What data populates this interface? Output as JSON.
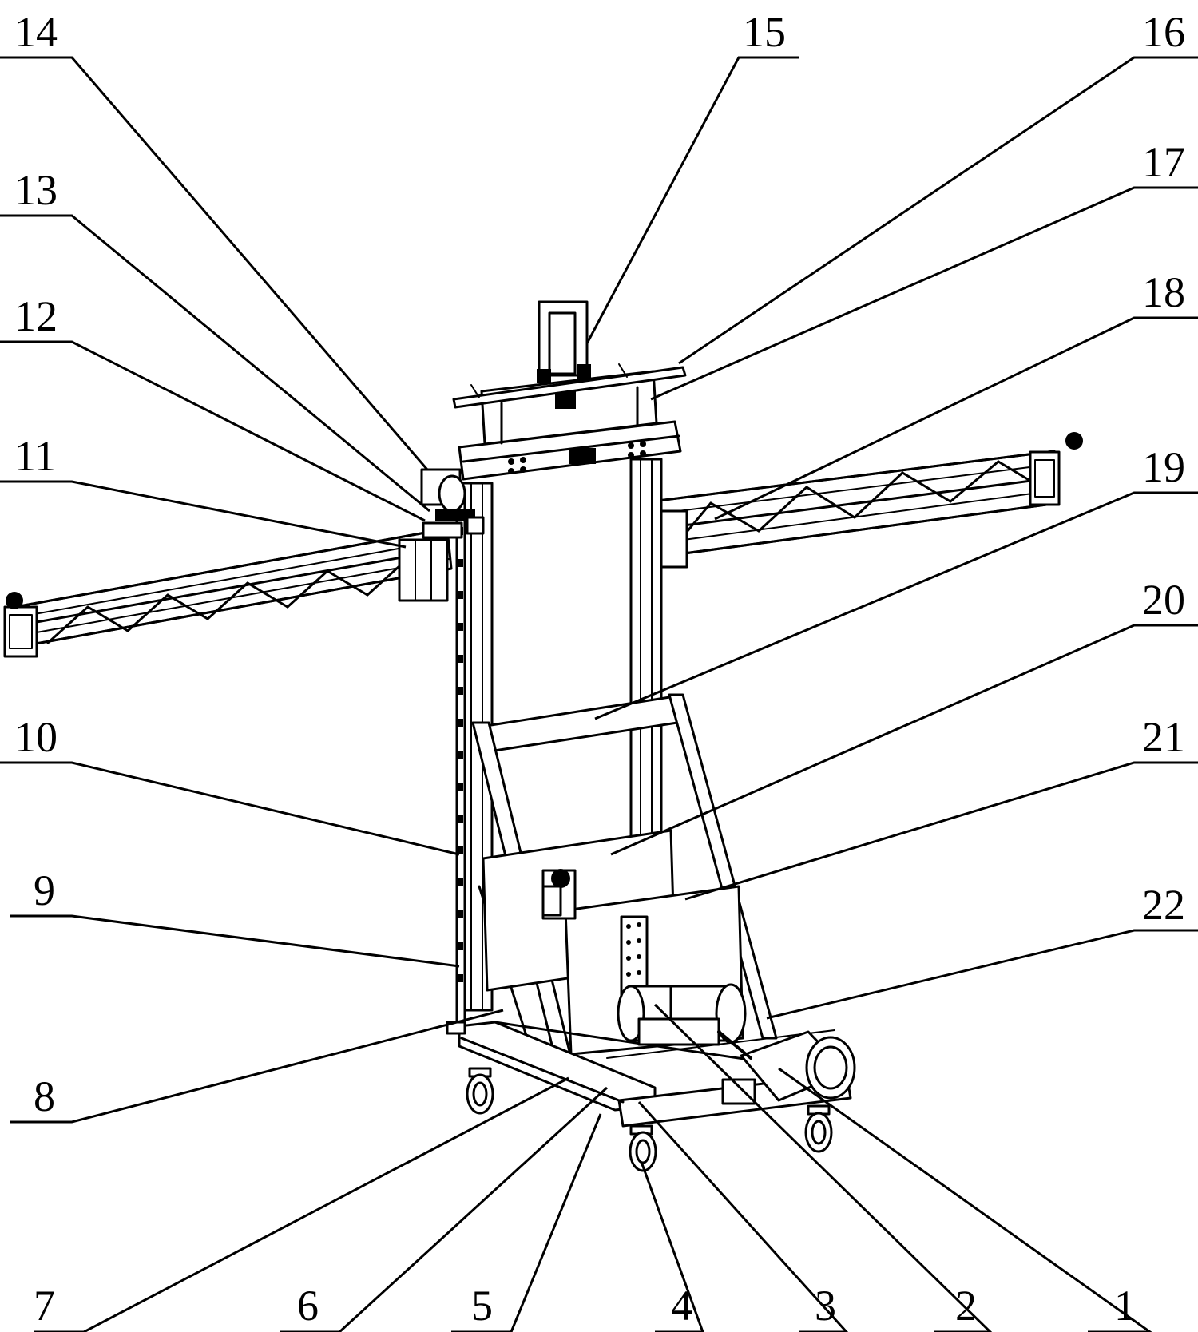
{
  "figure": {
    "labels": {
      "l1": "1",
      "l2": "2",
      "l3": "3",
      "l4": "4",
      "l5": "5",
      "l6": "6",
      "l7": "7",
      "l8": "8",
      "l9": "9",
      "l10": "10",
      "l11": "11",
      "l12": "12",
      "l13": "13",
      "l14": "14",
      "l15": "15",
      "l16": "16",
      "l17": "17",
      "l18": "18",
      "l19": "19",
      "l20": "20",
      "l21": "21",
      "l22": "22"
    },
    "colors": {
      "ink": "#000000",
      "paper": "#ffffff"
    }
  }
}
